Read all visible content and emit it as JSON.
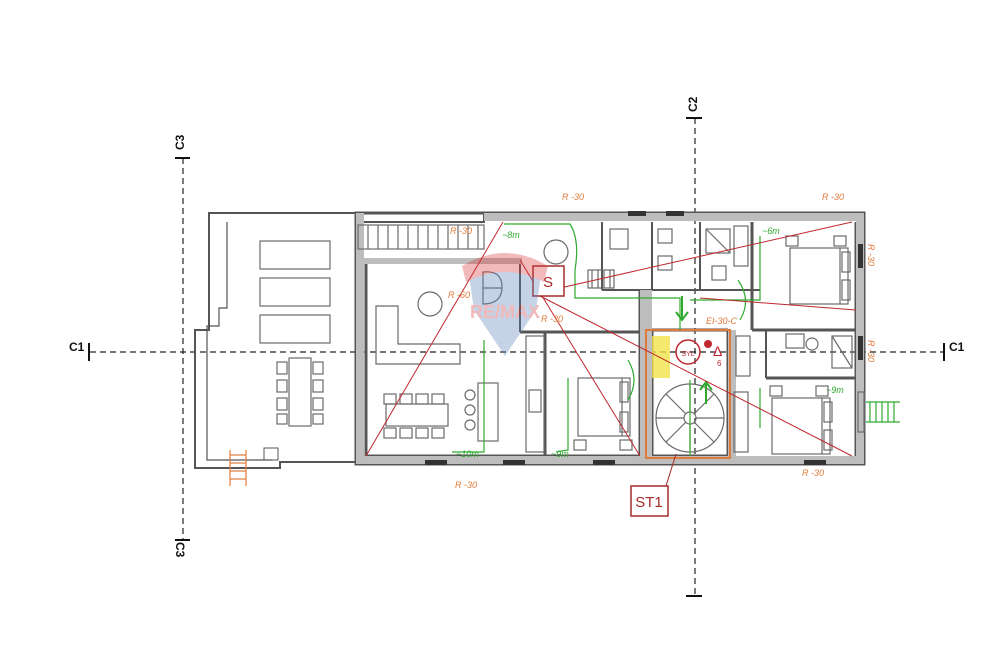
{
  "colors": {
    "wall": "#555555",
    "wall_fill": "#bdbdbd",
    "fixture": "#6b6b6b",
    "escape_route": "#2faa2f",
    "dimension": "#e07a3a",
    "fire_line": "#c0282f",
    "tag_border": "#a52a2a",
    "stair_highlight": "#f3e24b",
    "axis": "#222222",
    "watermark": "#d83a3a",
    "watermark_blue": "#5e7fb8"
  },
  "section_markers": {
    "c1_left": "C1",
    "c1_right": "C1",
    "c2_top": "C2",
    "c3_top": "C3",
    "c3_bottom": "C3"
  },
  "route_labels": {
    "top_left": "~8m",
    "top_right": "~6m",
    "living": "~10m",
    "bedroom_mid": "~9m",
    "bedroom_right": "~9m"
  },
  "dimension_labels": {
    "top_center": "R -30",
    "top_right": "R -30",
    "stair_top": "R -30",
    "living_upper": "R -60",
    "bedroom_mid": "R -30",
    "bottom_center": "R -30",
    "bottom_right": "R -30",
    "stair_core": "EI-30-C",
    "right_mid": "R -30",
    "right_top": "R -30"
  },
  "tags": {
    "s": "S",
    "st1": "ST1",
    "core_symbol": "Δ",
    "core_number": "6",
    "hydrant": "SYL"
  },
  "watermark": {
    "text": "RE/MAX"
  }
}
